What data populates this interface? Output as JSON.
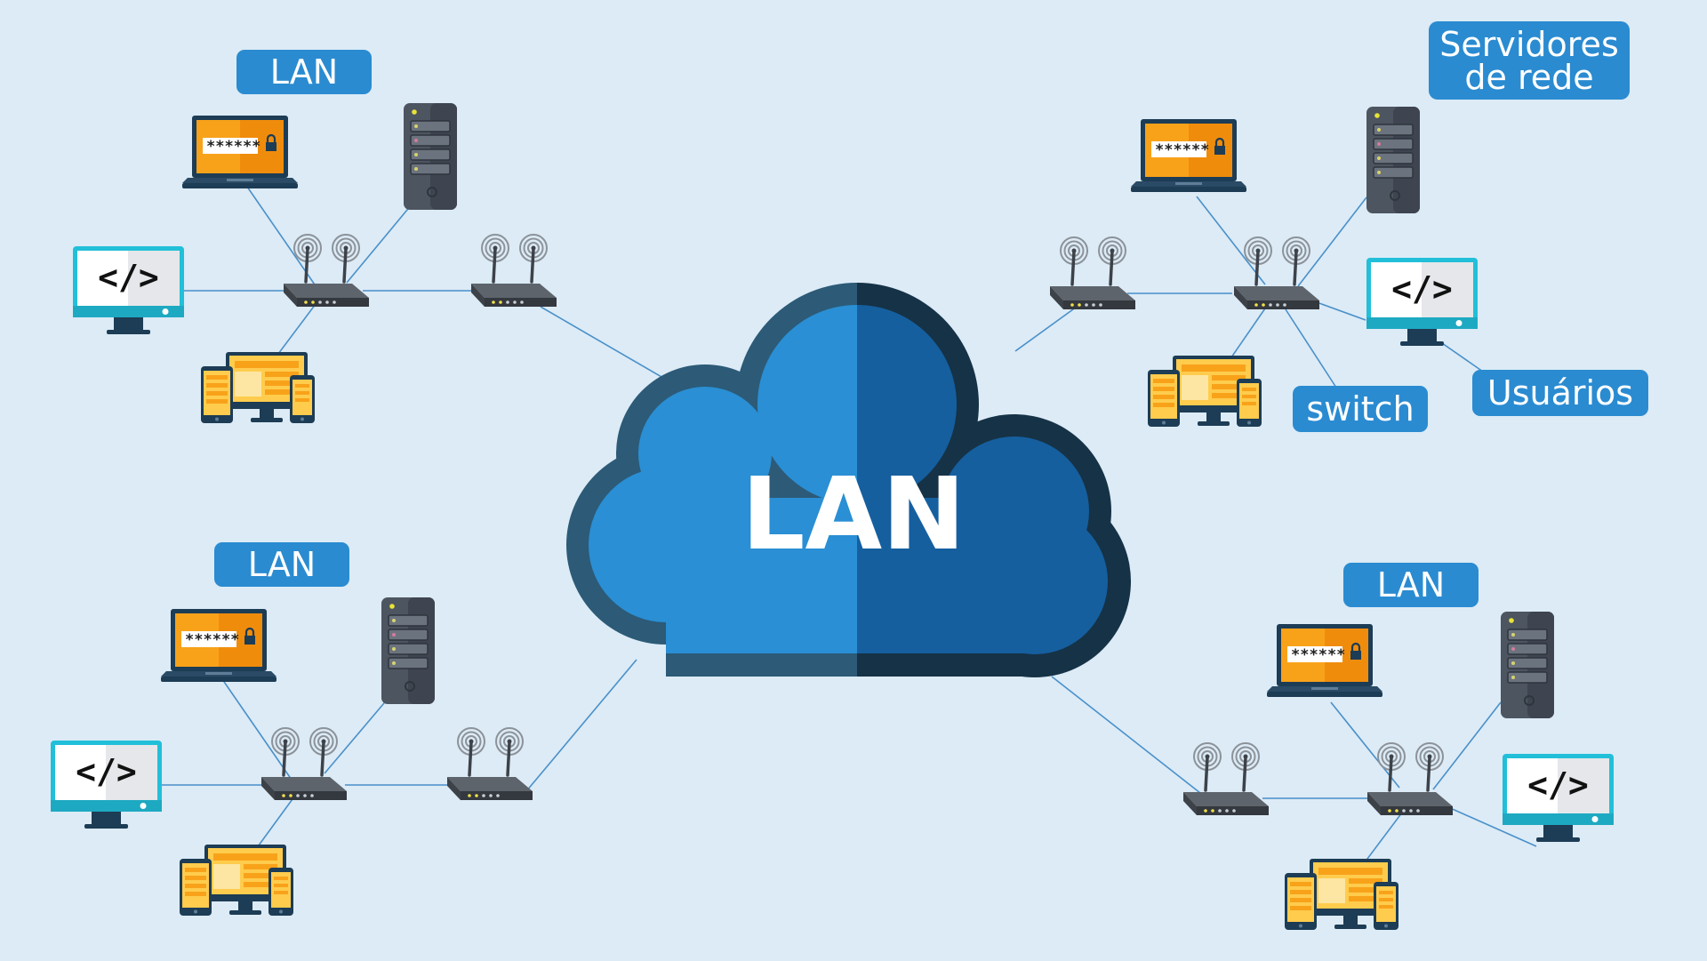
{
  "labels": {
    "cloud": "LAN",
    "group_top_left": "LAN",
    "group_bottom_left": "LAN",
    "group_bottom_right": "LAN",
    "servers_line1": "Servidores",
    "servers_line2": "de rede",
    "switch": "switch",
    "users": "Usuários"
  },
  "device_text": {
    "password": "******",
    "code": "</>"
  },
  "colors": {
    "background": "#dcebf6",
    "label_bg": "#2a8bd1",
    "cloud_left": "#2a8fd4",
    "cloud_right": "#155f9f",
    "cloud_outline_left": "#2c5a77",
    "cloud_outline_right": "#163246",
    "laptop_screen": "#f8a21a",
    "device_dark": "#1d3c55",
    "server": "#4d5560",
    "switch": "#4a4f57",
    "monitor_teal": "#22bfd9",
    "tablet_screen": "#ffcc4d",
    "link": "#4a90c9"
  },
  "icons": [
    "laptop-icon",
    "server-icon",
    "monitor-icon",
    "switch-icon",
    "multi-device-icon",
    "cloud-icon",
    "lock-icon"
  ]
}
